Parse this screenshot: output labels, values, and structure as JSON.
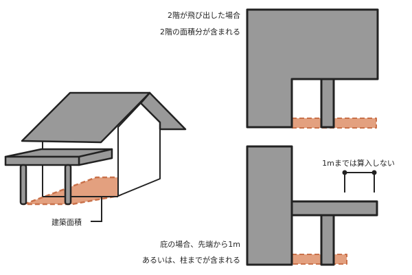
{
  "colors": {
    "gray": "#999999",
    "outline": "#222222",
    "area": "#e3a07f",
    "area_dash": "#c9714a"
  },
  "house": {
    "label": "建築面積"
  },
  "overhang_case": {
    "line1": "2階が飛び出した場合",
    "line2": "2階の面積分が含まれる"
  },
  "eave_case": {
    "line1": "庇の場合、先端から1m",
    "line2": "あるいは、柱までが含まれる",
    "dimension_label": "1mまでは算入しない"
  }
}
